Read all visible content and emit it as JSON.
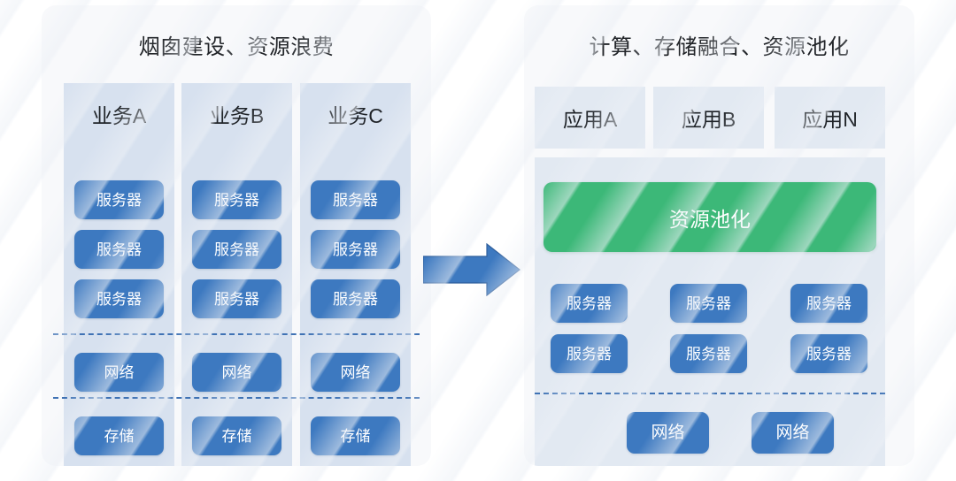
{
  "left_panel": {
    "title": "烟囱建设、资源浪费",
    "columns": [
      {
        "header": "业务A",
        "servers": [
          "服务器",
          "服务器",
          "服务器"
        ],
        "network": "网络",
        "storage": "存储"
      },
      {
        "header": "业务B",
        "servers": [
          "服务器",
          "服务器",
          "服务器"
        ],
        "network": "网络",
        "storage": "存储"
      },
      {
        "header": "业务C",
        "servers": [
          "服务器",
          "服务器",
          "服务器"
        ],
        "network": "网络",
        "storage": "存储"
      }
    ]
  },
  "right_panel": {
    "title": "计算、存储融合、资源池化",
    "apps": [
      "应用A",
      "应用B",
      "应用N"
    ],
    "pool_label": "资源池化",
    "servers": [
      [
        "服务器",
        "服务器",
        "服务器"
      ],
      [
        "服务器",
        "服务器",
        "服务器"
      ]
    ],
    "networks": [
      "网络",
      "网络"
    ]
  },
  "arrow": {
    "icon": "arrow-right-icon",
    "direction": "right"
  },
  "colors": {
    "page_background": "#ffffff",
    "panel_background": "#f8f9fb",
    "column_background": "#d7e1ef",
    "box_background": "#e2e9f2",
    "accent_blue": "#3d79c0",
    "accent_green": "#3cb878",
    "dashed_line": "#3f72b4",
    "title_text": "#222529",
    "pill_text": "#ffffff"
  }
}
